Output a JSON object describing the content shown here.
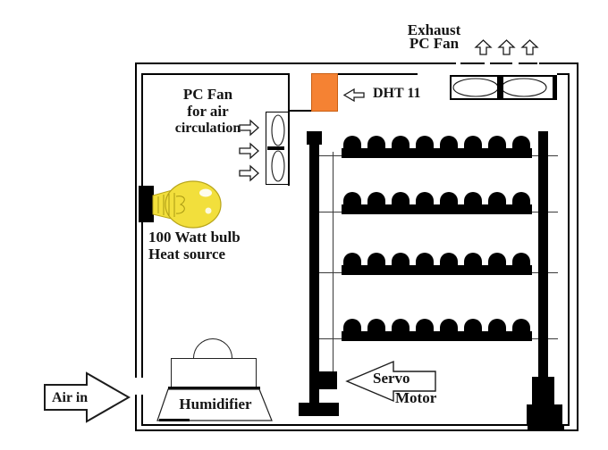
{
  "diagram": {
    "exhaust_fan": {
      "label_line1": "Exhaust",
      "label_line2": "PC Fan"
    },
    "dht_sensor": {
      "label": "DHT 11",
      "box_color": "#F58233",
      "box_border_color": "#C95F13"
    },
    "circulation_fan": {
      "label_line1": "PC Fan",
      "label_line2": "for air",
      "label_line3": "circulation"
    },
    "heat_bulb": {
      "label_line1": "100 Watt bulb",
      "label_line2": "Heat source",
      "bulb_color": "#F2DF3C",
      "bulb_outline_color": "#B8A51A"
    },
    "air_inlet": {
      "label": "Air in"
    },
    "humidifier": {
      "label": "Humidifier"
    },
    "servo_motor": {
      "label_line1": "Servo",
      "label_line2": "Motor"
    },
    "egg_rack": {
      "tray_count": 4,
      "eggs_per_tray": 8
    }
  }
}
